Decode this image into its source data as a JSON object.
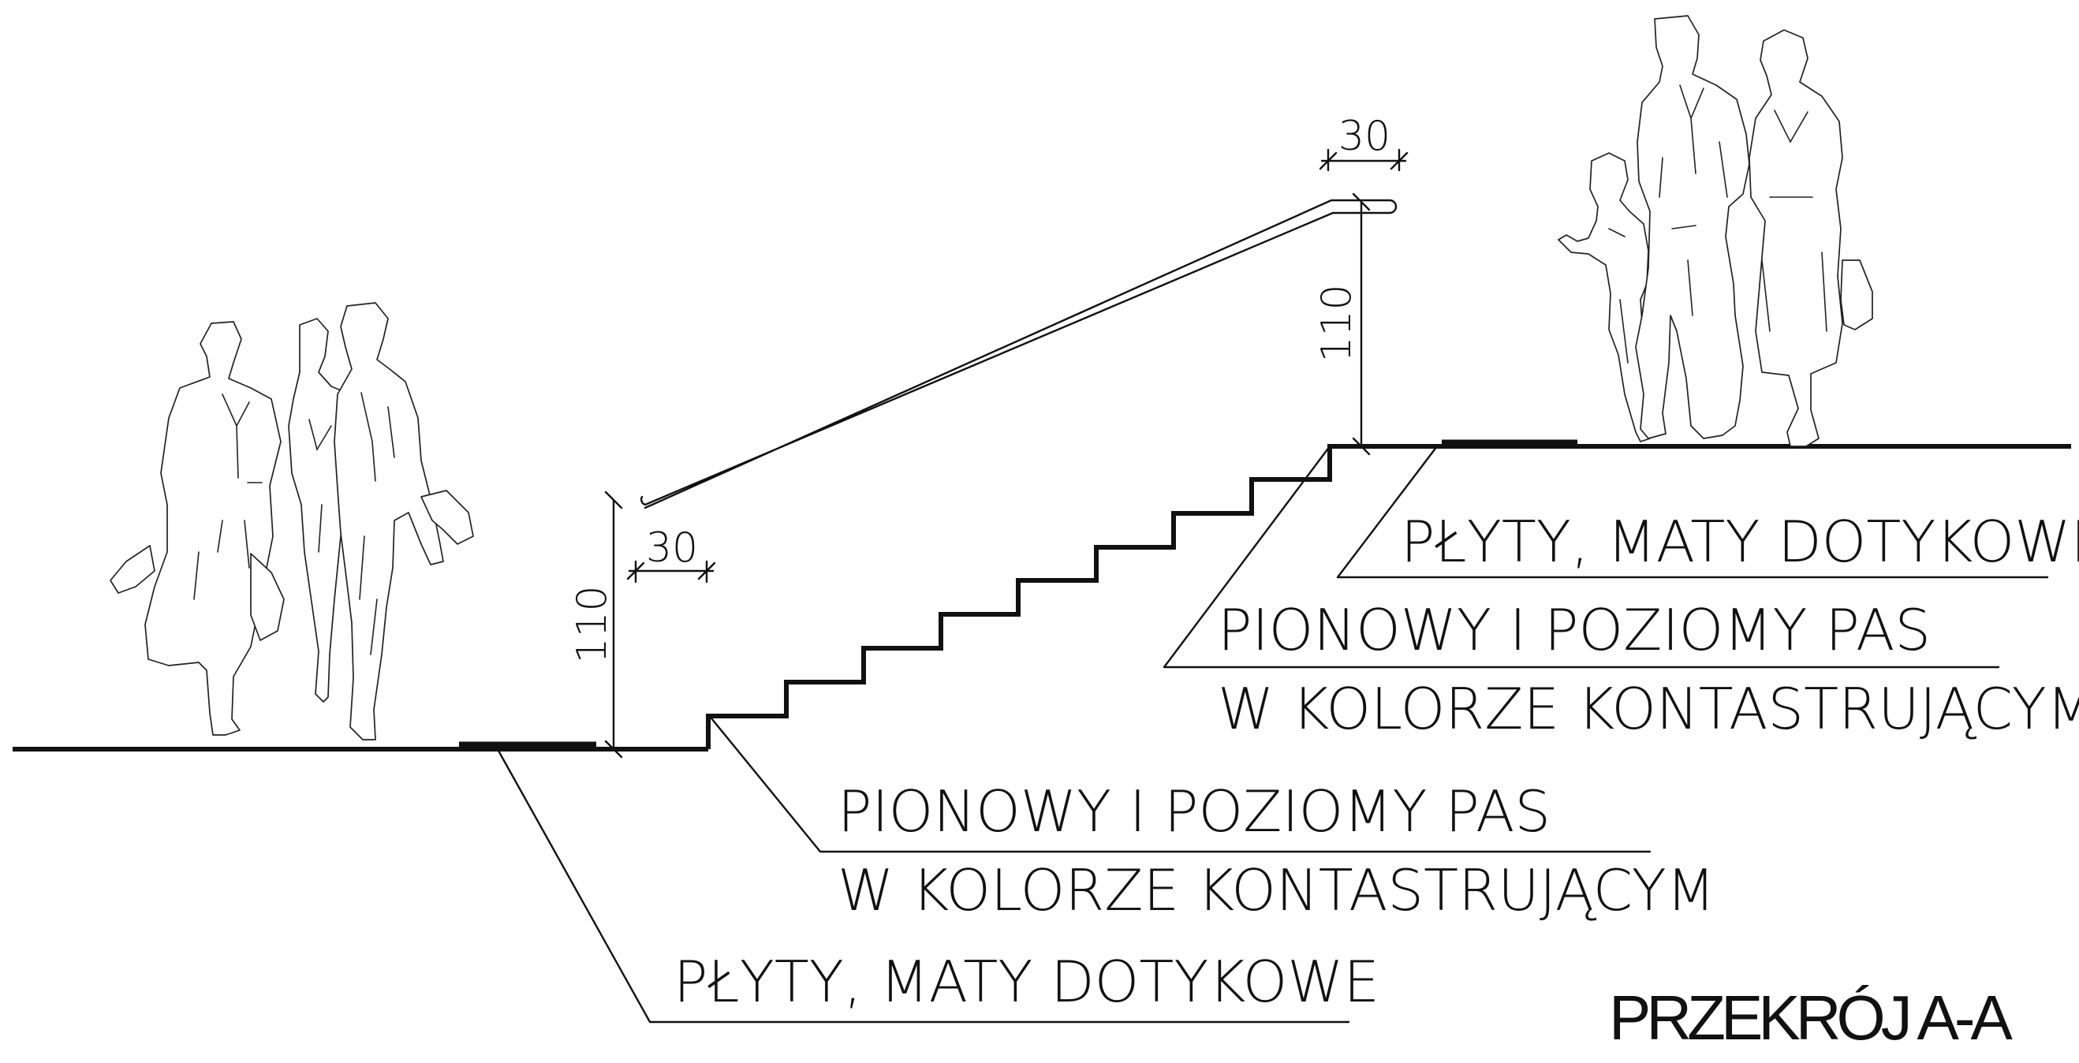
{
  "drawing": {
    "title": "PRZEKRÓJ A-A",
    "dimensions": {
      "lower_handrail_height": "110",
      "lower_handrail_extension": "30",
      "upper_handrail_height": "110",
      "upper_handrail_extension": "30"
    },
    "labels": {
      "lower_tactile": "PŁYTY, MATY DOTYKOWE",
      "lower_strip_line1": "PIONOWY I POZIOMY PAS",
      "lower_strip_line2": "W KOLORZE KONTASTRUJĄCYM",
      "upper_tactile": "PŁYTY, MATY DOTYKOWE",
      "upper_strip_line1": "PIONOWY I POZIOMY PAS",
      "upper_strip_line2": "W KOLORZE KONTASTRUJĄCYM"
    },
    "colors": {
      "line": "#111111",
      "background": "#ffffff"
    }
  }
}
